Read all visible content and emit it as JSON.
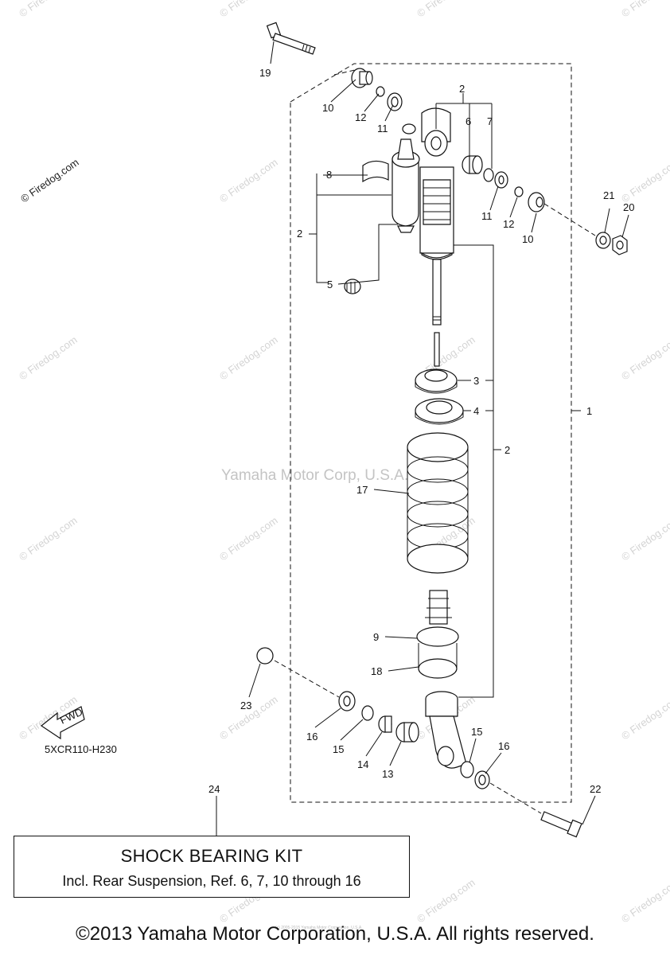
{
  "watermarks": {
    "firedog": "© Firedog.com",
    "center": "Yamaha Motor Corp, U.S.A."
  },
  "diagram_code": "5XCR110-H230",
  "fwd_label": "FWD",
  "callouts": {
    "c1": "1",
    "c2a": "2",
    "c2b": "2",
    "c2c": "2",
    "c3": "3",
    "c4": "4",
    "c5": "5",
    "c6": "6",
    "c7": "7",
    "c8": "8",
    "c9": "9",
    "c10a": "10",
    "c10b": "10",
    "c11a": "11",
    "c11b": "11",
    "c12a": "12",
    "c12b": "12",
    "c13": "13",
    "c14": "14",
    "c15a": "15",
    "c15b": "15",
    "c16a": "16",
    "c16b": "16",
    "c17": "17",
    "c18": "18",
    "c19": "19",
    "c20": "20",
    "c21": "21",
    "c22": "22",
    "c23": "23",
    "c24": "24"
  },
  "kit": {
    "title": "SHOCK BEARING KIT",
    "description": "Incl. Rear Suspension, Ref. 6, 7, 10 through 16"
  },
  "copyright": "©2013 Yamaha Motor Corporation, U.S.A. All rights reserved.",
  "microtext": "(c) 2005-2015 Yamaha Motor Corporation, U.S.A."
}
